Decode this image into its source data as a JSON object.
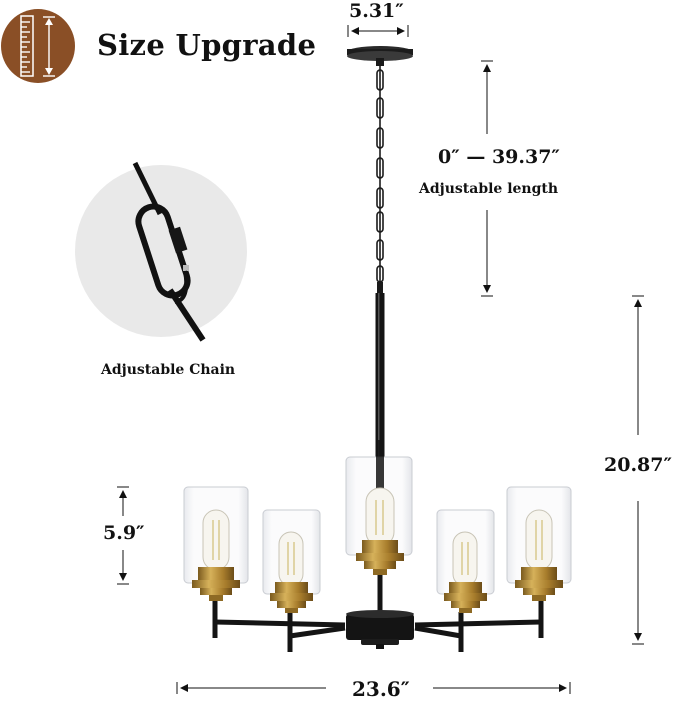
{
  "header": {
    "icon": "ruler-measure-icon",
    "icon_color": "#8a4f26",
    "title": "Size Upgrade"
  },
  "dimensions": {
    "canopy_width": "5.31″",
    "chain_length": "0″ — 39.37″",
    "chain_length_caption": "Adjustable length",
    "body_height": "20.87″",
    "shade_height": "5.9″",
    "overall_width": "23.6″"
  },
  "inset": {
    "caption": "Adjustable Chain",
    "background": "#e9e9e9"
  },
  "product": {
    "type": "5-light chandelier",
    "lights": 5,
    "frame_color": "#1a1a1a",
    "accent_color": "#b8913a"
  }
}
